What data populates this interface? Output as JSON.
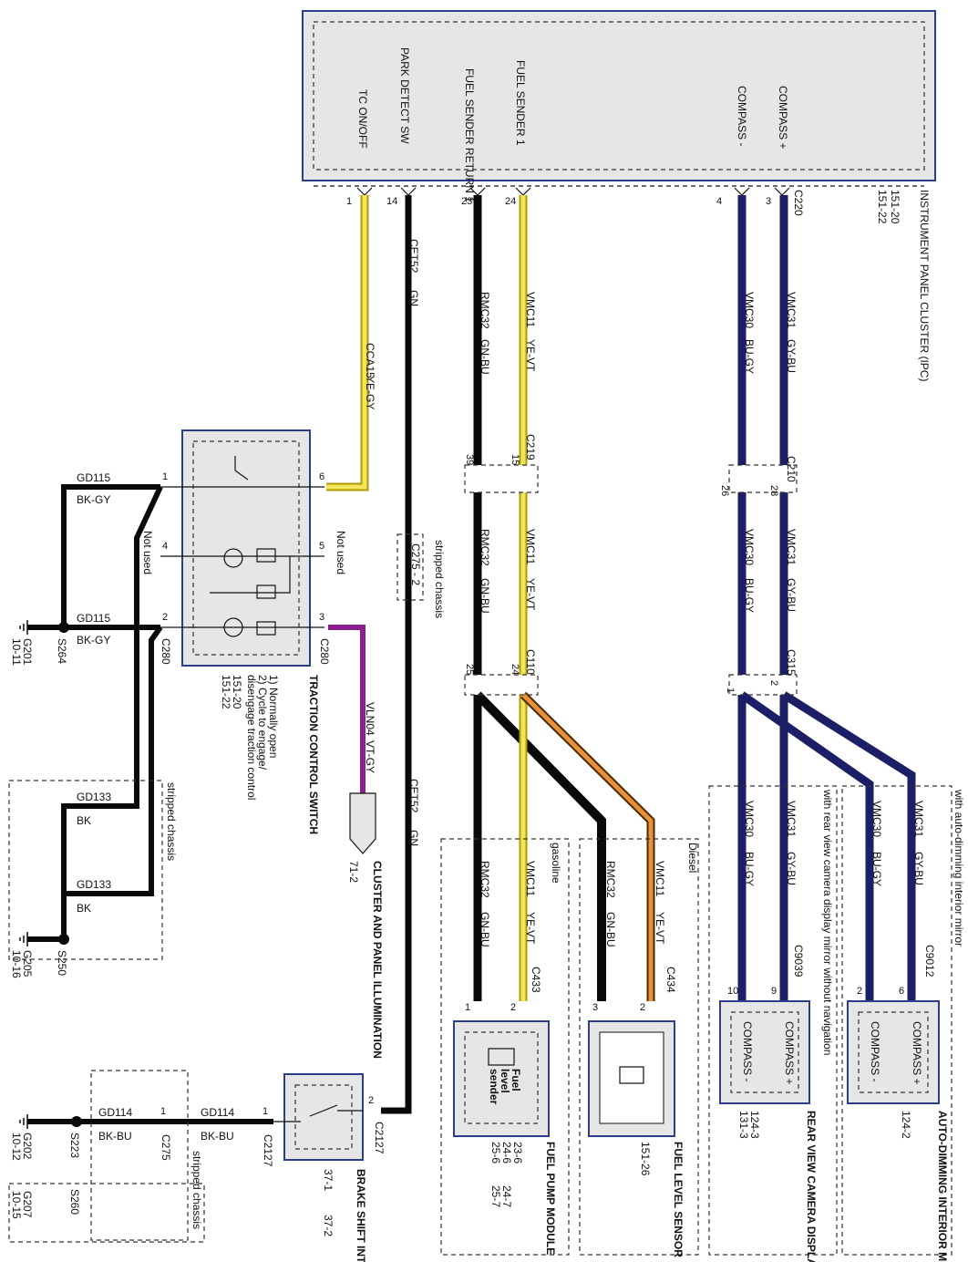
{
  "colors": {
    "yellow": "#f2e45c",
    "yellow_edge": "#b09a00",
    "orange": "#e8913a",
    "black": "#0a0a0a",
    "navy": "#1c1f66",
    "violet": "#8a1f8f",
    "box_fill": "#e6e6e6",
    "box_border": "#2a3d8f"
  },
  "ipc": {
    "title": "INSTRUMENT PANEL CLUSTER (IPC)",
    "refs": [
      "151-20",
      "151-22"
    ],
    "pins": [
      {
        "name": "TC ON/OFF",
        "pin": "1"
      },
      {
        "name": "PARK DETECT SW",
        "pin": "14"
      },
      {
        "name": "FUEL SENDER RETURN 1",
        "pin": "23"
      },
      {
        "name": "FUEL SENDER 1",
        "pin": "24"
      },
      {
        "name": "COMPASS -",
        "pin": "4"
      },
      {
        "name": "COMPASS +",
        "pin": "3"
      }
    ],
    "connector": "C220"
  },
  "circuits": [
    {
      "circuit": "CCA15",
      "color": "YE-GY"
    },
    {
      "circuit": "CET52",
      "color": "GN"
    },
    {
      "circuit": "RMC32",
      "color": "GN-BU"
    },
    {
      "circuit": "VMC11",
      "color": "YE-VT"
    },
    {
      "circuit": "VMC30",
      "color": "BU-GY"
    },
    {
      "circuit": "VMC31",
      "color": "GY-BU"
    },
    {
      "circuit": "VLN04",
      "color": "VT-GY"
    }
  ],
  "connectors": {
    "c219": {
      "name": "C219",
      "pins": [
        "39",
        "15"
      ]
    },
    "c210": {
      "name": "C210",
      "pins": [
        "26",
        "28"
      ]
    },
    "c110": {
      "name": "C110",
      "pins": [
        "25",
        "24"
      ]
    },
    "c315": {
      "name": "C315",
      "pins": [
        "1",
        "2"
      ]
    },
    "c275_2": {
      "name": "C275 - 2"
    },
    "c280": {
      "name": "C280"
    },
    "c9039": {
      "name": "C9039",
      "pins": [
        "10",
        "9"
      ]
    },
    "c9012": {
      "name": "C9012",
      "pins": [
        "2",
        "6"
      ]
    },
    "c433": {
      "name": "C433",
      "pins": [
        "1",
        "2"
      ]
    },
    "c434": {
      "name": "C434",
      "pins": [
        "3",
        "2"
      ]
    },
    "c2127": {
      "name": "C2127",
      "pins": [
        "2",
        "1"
      ]
    },
    "c275": {
      "name": "C275",
      "pins": [
        "1"
      ]
    }
  },
  "tc_switch": {
    "name": "TRACTION CONTROL SWITCH",
    "notes": [
      "1) Normally open",
      "2) Cycle to engage/",
      "disengage traction control"
    ],
    "refs": [
      "151-20",
      "151-22"
    ],
    "pins": [
      "1",
      "6",
      "4",
      "5",
      "2",
      "3"
    ],
    "not_used": "Not used"
  },
  "grounds": {
    "gd115_a": {
      "circuit": "GD115",
      "color": "BK-GY"
    },
    "gd115_b": {
      "circuit": "GD115",
      "color": "BK-GY"
    },
    "gd133_a": {
      "circuit": "GD133",
      "color": "BK"
    },
    "gd133_b": {
      "circuit": "GD133",
      "color": "BK"
    },
    "gd114_a": {
      "circuit": "GD114",
      "color": "BK-BU"
    },
    "gd114_b": {
      "circuit": "GD114",
      "color": "BK-BU"
    },
    "splices": [
      "S264",
      "S250",
      "S223",
      "S260"
    ],
    "points": [
      {
        "name": "G201",
        "ref": "10-11"
      },
      {
        "name": "G205",
        "ref": "10-16"
      },
      {
        "name": "G202",
        "ref": "10-12"
      },
      {
        "name": "G207",
        "ref": "10-15"
      }
    ]
  },
  "labels": {
    "stripped_chassis": "stripped chassis",
    "gasoline": "gasoline",
    "diesel": "Diesel",
    "with_nav": "with auto-dimming interior mirror",
    "without_nav": "with rear view camera display mirror without navigation",
    "cluster_illum": "CLUSTER AND PANEL ILLUMINATION",
    "cluster_illum_ref": "71-2"
  },
  "components": {
    "fuel_pump": {
      "name": "FUEL PUMP MODULE",
      "refs": [
        "23-6",
        "24-6",
        "24-7",
        "25-6",
        "25-7"
      ],
      "inner": [
        "Fuel",
        "level",
        "sender"
      ]
    },
    "fuel_level": {
      "name": "FUEL LEVEL SENSOR",
      "ref": "151-26"
    },
    "rear_cam": {
      "name": "REAR VIEW CAMERA DISPLAY MIRROR",
      "refs": [
        "124-3",
        "131-3"
      ],
      "pins": [
        "COMPASS +",
        "COMPASS -"
      ]
    },
    "auto_dim": {
      "name": "AUTO-DIMMING INTERIOR MIRROR",
      "ref": "124-2",
      "pins": [
        "COMPASS +",
        "COMPASS -"
      ]
    },
    "brake_shift": {
      "name": "BRAKE SHIFT INTERLOCK",
      "refs": [
        "37-1",
        "37-2"
      ]
    }
  }
}
